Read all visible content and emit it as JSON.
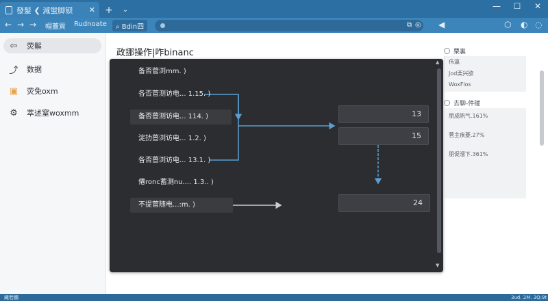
{
  "window": {
    "tab_title": "發髮 ❮ 減蛍脚钡",
    "tab_close": "✕",
    "new_tab": "+",
    "tab_menu": "⌄",
    "controls": {
      "minimize": "—",
      "maximize": "☐",
      "close": "✕"
    }
  },
  "toolbar": {
    "back": "←",
    "forward": "→",
    "reload": "→",
    "bookmarks": [
      "帽蓋質",
      "Rudnoate",
      "Bdin四"
    ],
    "bookmark_icon": "🔎"
  },
  "sidebar": {
    "items": [
      {
        "label": "荧鬃",
        "icon": "back-arrow-icon",
        "glyph": "⇦"
      },
      {
        "label": "数据",
        "icon": "tools-icon",
        "glyph": "⤴"
      },
      {
        "label": "荧免oxm",
        "icon": "folder-icon",
        "glyph": "▣"
      },
      {
        "label": "萃述窒woxmm",
        "icon": "gear-icon",
        "glyph": "⚙"
      }
    ]
  },
  "main": {
    "title": "政挪操作|咋binanc",
    "rows": [
      "备否菅浏mm. )",
      "各否菅测访电... 1.15. )",
      "备否蔷测访电... 114. )",
      "淀扐蔷浏访电... 1.2. )",
      "各否蔷浏访电... 13.1. )",
      "僊ronc蓄测nu.... 1.3.. )",
      "不提菅随电...:m. )"
    ],
    "values": [
      "13",
      "15",
      "24"
    ]
  },
  "right_panel": {
    "section1_title": "栗裏",
    "section1_items": [
      "伟瀛",
      "Jod栗兴欲",
      "WoxFlos"
    ],
    "section2_title": "去聊-件碰",
    "section2_items": [
      "朋成帆气.161%",
      "菅主疾菱.27%",
      "朋促溜下.361%"
    ]
  },
  "statusbar": {
    "left": "藏若鵬",
    "right": "3ud. 2M. 3Q:9t"
  },
  "colors": {
    "accent": "#2b6fa3",
    "panel_bg": "#2b2d31",
    "arrow": "#5b9ed4"
  }
}
